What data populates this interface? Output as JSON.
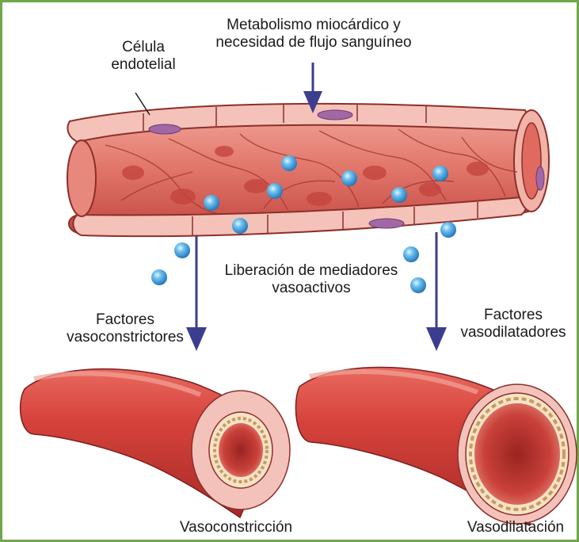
{
  "labels": {
    "metabolism": [
      "Metabolismo miocárdico y",
      "necesidad de flujo sanguíneo"
    ],
    "endothelial_cell": [
      "Célula",
      "endotelial"
    ],
    "mediators": [
      "Liberación de mediadores",
      "vasoactivos"
    ],
    "vasoconstrictor_factors": [
      "Factores",
      "vasoconstrictores"
    ],
    "vasodilator_factors": [
      "Factores",
      "vasodilatadores"
    ],
    "vasoconstriction": "Vasoconstricción",
    "vasodilation": "Vasodilatación"
  },
  "colors": {
    "frame_border": "#6fa84a",
    "vessel_red": "#d9534f",
    "vessel_dark": "#b83a35",
    "lumen_pink": "#eea39a",
    "cell_pink": "#f5c6bd",
    "nucleus": "#a268a6",
    "arrow": "#3d3d8f",
    "mediator_dot": "#4aa3df"
  }
}
